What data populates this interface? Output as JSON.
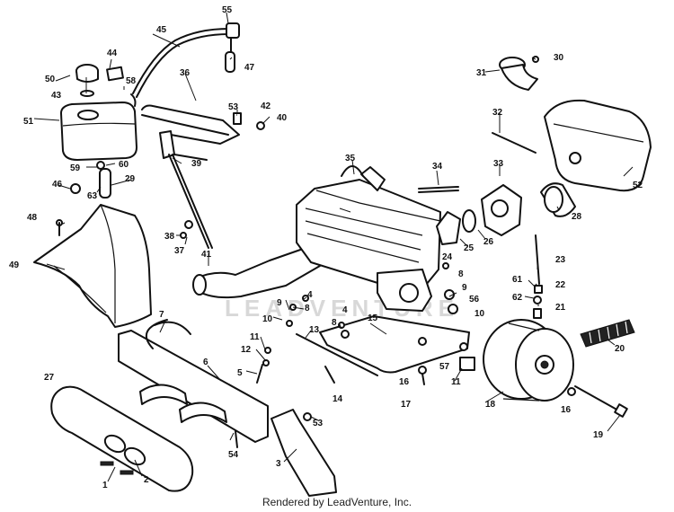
{
  "watermark": "LEADVENTURE",
  "footer": {
    "credit": "Rendered by LeadVenture, Inc."
  },
  "callouts": [
    "1",
    "2",
    "3",
    "4",
    "4",
    "5",
    "6",
    "7",
    "8",
    "8",
    "8",
    "9",
    "9",
    "10",
    "10",
    "11",
    "11",
    "12",
    "13",
    "14",
    "15",
    "16",
    "16",
    "17",
    "18",
    "19",
    "20",
    "21",
    "22",
    "23",
    "24",
    "25",
    "26",
    "27",
    "28",
    "29",
    "30",
    "31",
    "32",
    "33",
    "34",
    "35",
    "36",
    "37",
    "38",
    "39",
    "40",
    "41",
    "42",
    "43",
    "44",
    "45",
    "46",
    "47",
    "48",
    "49",
    "50",
    "51",
    "52",
    "53",
    "53",
    "54",
    "55",
    "56",
    "57",
    "58",
    "59",
    "60",
    "61",
    "62",
    "63"
  ]
}
